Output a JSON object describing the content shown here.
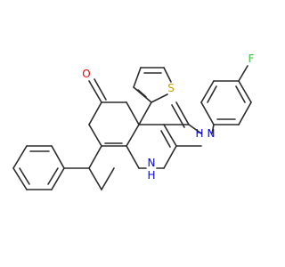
{
  "molecule": {
    "atoms": {
      "O": {
        "label": "O",
        "color": "#ff0000"
      },
      "S": {
        "label": "S",
        "color": "#c8a000"
      },
      "F": {
        "label": "F",
        "color": "#33cc33"
      },
      "N1": {
        "label": "N",
        "color": "#0000ff"
      },
      "H1": {
        "label": "H",
        "color": "#0000ff"
      },
      "N2": {
        "label": "N",
        "color": "#0000ff"
      },
      "H2": {
        "label": "H",
        "color": "#0000ff"
      }
    },
    "bond_color": "#2b2b2b"
  }
}
